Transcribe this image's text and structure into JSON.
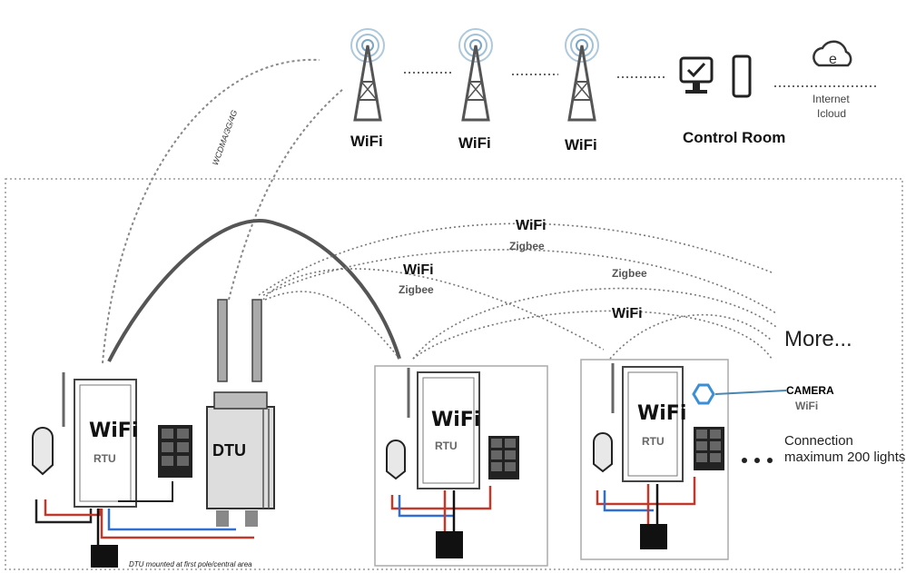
{
  "network": {
    "towers": [
      {
        "label": "WiFi"
      },
      {
        "label": "WiFi"
      },
      {
        "label": "WiFi"
      }
    ],
    "control_room_label": "Control Room",
    "internet_label": "Internet",
    "icloud_label": "Icloud"
  },
  "cellular_label": "WCDMA/3G/4G",
  "links": {
    "wifi_top": "WiFi",
    "zigbee_top": "Zigbee",
    "wifi_mid": "WiFi",
    "zigbee_mid": "Zigbee",
    "zigbee_right": "Zigbee",
    "wifi_right": "WiFi"
  },
  "more_label": "More...",
  "camera": {
    "label": "CAMERA",
    "sub": "WiFi"
  },
  "connection_note": [
    "Connection",
    "maximum 200 lights"
  ],
  "dtu": {
    "label": "DTU",
    "note": "DTU mounted at first pole/central area"
  },
  "rtus": [
    {
      "title": "WiFi",
      "sub": "RTU"
    },
    {
      "title": "WiFi",
      "sub": "RTU"
    },
    {
      "title": "WiFi",
      "sub": "RTU"
    }
  ],
  "colors": {
    "camera_icon": "#3a8fd6",
    "wire_red": "#c0392b",
    "wire_blue": "#2e6fd1",
    "wire_black": "#111111"
  }
}
